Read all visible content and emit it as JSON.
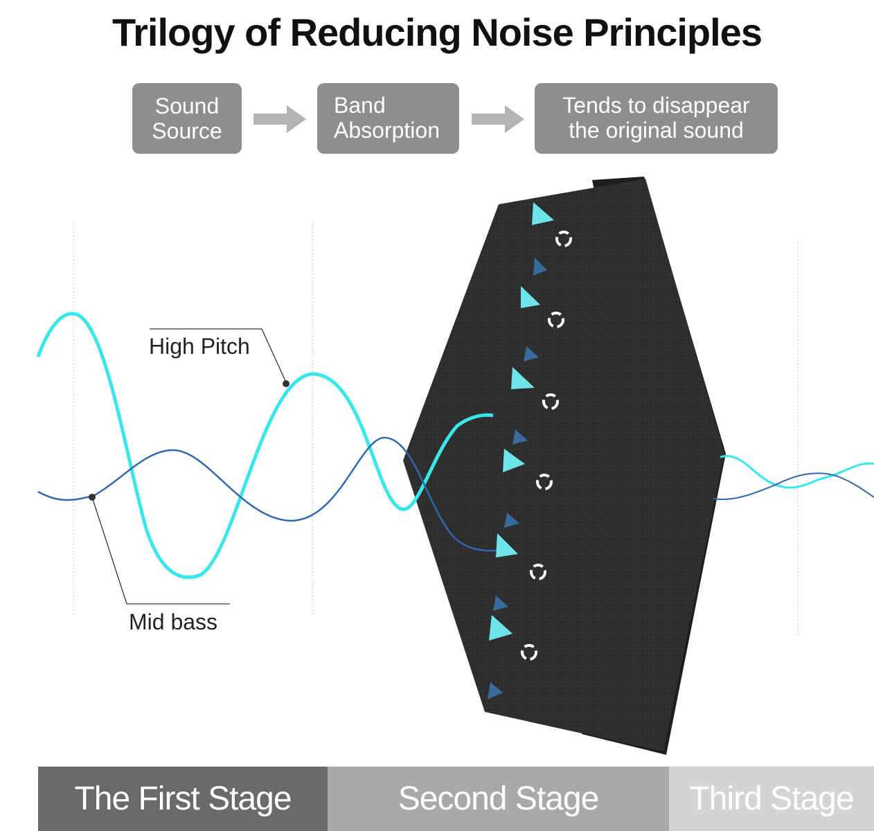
{
  "title": "Trilogy of Reducing Noise Principles",
  "flow": {
    "steps": [
      {
        "line1": "Sound",
        "line2": "Source"
      },
      {
        "line1": "Band",
        "line2": "Absorption"
      },
      {
        "line1": "Tends to disappear",
        "line2": "the original sound"
      }
    ]
  },
  "labels": {
    "high_pitch": "High Pitch",
    "mid_bass": "Mid bass"
  },
  "stages": [
    "The First Stage",
    "Second Stage",
    "Third Stage"
  ],
  "colors": {
    "high_pitch_wave": "#3ae6ea",
    "mid_bass_wave": "#2f67b0",
    "panel": "#2c2c2c",
    "flow_box": "#8e8e8e",
    "stage1": "#6a6a6a",
    "stage2": "#a9a9a9",
    "stage3": "#d4d4d4"
  }
}
